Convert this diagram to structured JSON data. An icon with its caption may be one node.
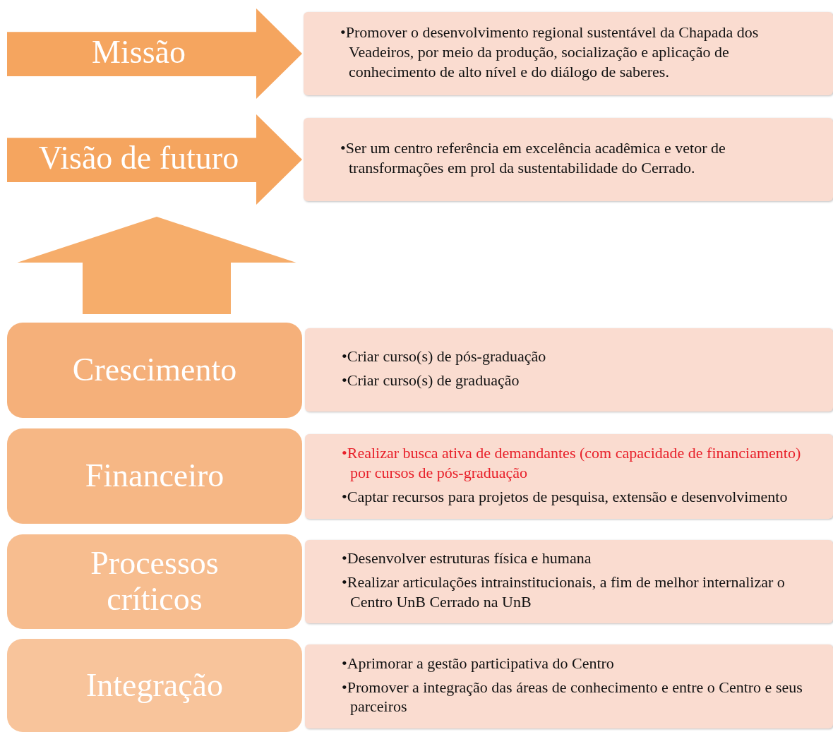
{
  "diagram": {
    "nodes": [
      {
        "text": [
          "Missão"
        ]
      },
      {
        "text": [
          "•Promover o desenvolvimento regional sustentável da Chapada dos Veadeiros, por meio da produção, socialização e aplicação de conhecimento de alto nível e do diálogo de saberes."
        ]
      },
      {
        "text": [
          "Visão de futuro"
        ]
      },
      {
        "text": [
          "•Ser um centro referência em excelência acadêmica e vetor de transformações em prol da sustentabilidade do Cerrado."
        ]
      },
      {
        "text": [
          "Crescimento"
        ]
      },
      {
        "text": [
          "•Criar curso(s) de pós-graduação",
          "•Criar curso(s) de graduação"
        ]
      },
      {
        "text": [
          "Financeiro"
        ]
      },
      {
        "text": [
          "•Realizar busca ativa de demandantes (com capacidade de financiamento) por cursos de pós-graduação",
          "•Captar recursos para projetos de pesquisa, extensão e desenvolvimento"
        ]
      },
      {
        "text": [
          "Processos críticos"
        ]
      },
      {
        "text": [
          "•Desenvolver estruturas física e humana",
          "•Realizar articulações intrainstitucionais, a fim de melhor internalizar o Centro UnB Cerrado na UnB"
        ]
      },
      {
        "text": [
          "Integração"
        ]
      },
      {
        "text": [
          "•Aprimorar a gestão participativa do Centro",
          "•Promover a integração das áreas de conhecimento e entre o Centro e seus parceiros"
        ]
      }
    ],
    "edges": [
      {
        "from": 4,
        "to": 2,
        "arrow": "to"
      }
    ]
  }
}
